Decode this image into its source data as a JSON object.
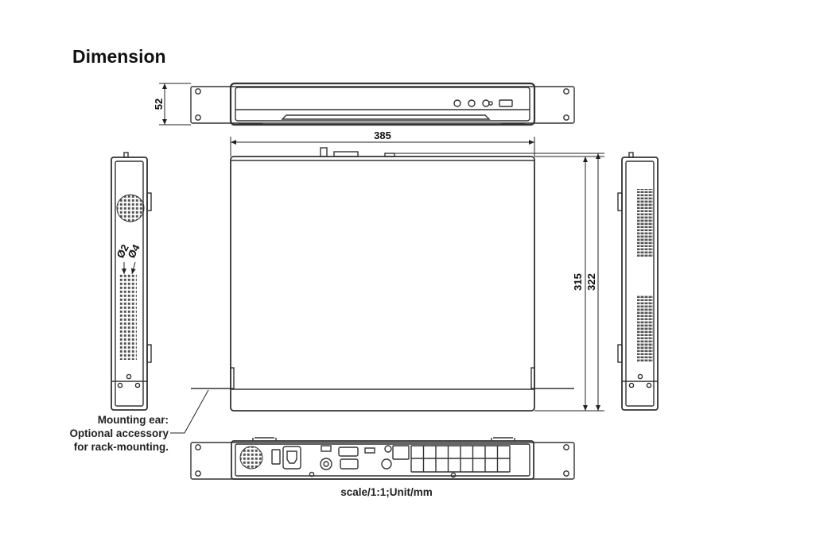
{
  "title": "Dimension",
  "dimensions": {
    "front_height": "52",
    "width": "385",
    "depth_body": "315",
    "depth_total": "322",
    "hole_small": "Ø2",
    "hole_large": "Ø4"
  },
  "mounting_ear_note": {
    "line1": "Mounting ear:",
    "line2": "Optional accessory",
    "line3": "for rack-mounting."
  },
  "scale_note": "scale/1:1;Unit/mm",
  "colors": {
    "line": "#333333",
    "text": "#111111",
    "background": "#ffffff"
  }
}
